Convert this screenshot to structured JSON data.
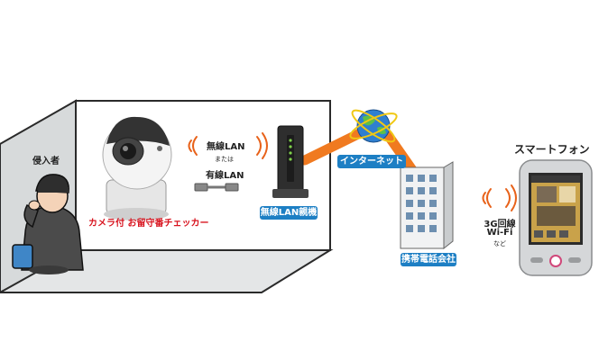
{
  "labels": {
    "intruder": "侵入者",
    "camera": "カメラ付 お留守番チェッカー",
    "wireless_lan": "無線LAN",
    "or": "または",
    "wired_lan": "有線LAN",
    "router": "無線LAN親機",
    "internet": "インターネット",
    "carrier": "携帯電話会社",
    "network_line1": "3G回線",
    "network_line2": "Wi-Fi",
    "network_line3": "など",
    "smartphone": "スマートフォン"
  },
  "colors": {
    "connection": "#f07a20",
    "label_bg": "#1d7fc4",
    "signal": "#e8621a",
    "camera_label": "#d8141f"
  }
}
